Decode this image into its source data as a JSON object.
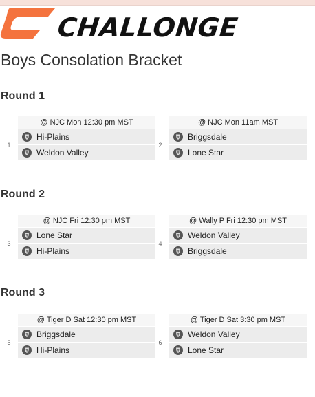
{
  "brand": {
    "name": "CHALLONGE",
    "accent": "#f4733e"
  },
  "page": {
    "title": "Boys Consolation Bracket"
  },
  "rounds": [
    {
      "title": "Round 1",
      "matches": [
        {
          "number": "1",
          "header": "@ NJC Mon 12:30 pm MST",
          "teams": [
            "Hi-Plains",
            "Weldon Valley"
          ]
        },
        {
          "number": "2",
          "header": "@ NJC Mon 11am MST",
          "teams": [
            "Briggsdale",
            "Lone Star"
          ]
        }
      ]
    },
    {
      "title": "Round 2",
      "matches": [
        {
          "number": "3",
          "header": "@ NJC Fri 12:30 pm MST",
          "teams": [
            "Lone Star",
            "Hi-Plains"
          ]
        },
        {
          "number": "4",
          "header": "@ Wally P Fri 12:30 pm MST",
          "teams": [
            "Weldon Valley",
            "Briggsdale"
          ]
        }
      ]
    },
    {
      "title": "Round 3",
      "matches": [
        {
          "number": "5",
          "header": "@ Tiger D Sat 12:30 pm MST",
          "teams": [
            "Briggsdale",
            "Hi-Plains"
          ]
        },
        {
          "number": "6",
          "header": "@ Tiger D Sat 3:30 pm MST",
          "teams": [
            "Weldon Valley",
            "Lone Star"
          ]
        }
      ]
    }
  ],
  "icons": {
    "team": "team-shield-icon",
    "logo": "challonge-logo-icon"
  }
}
